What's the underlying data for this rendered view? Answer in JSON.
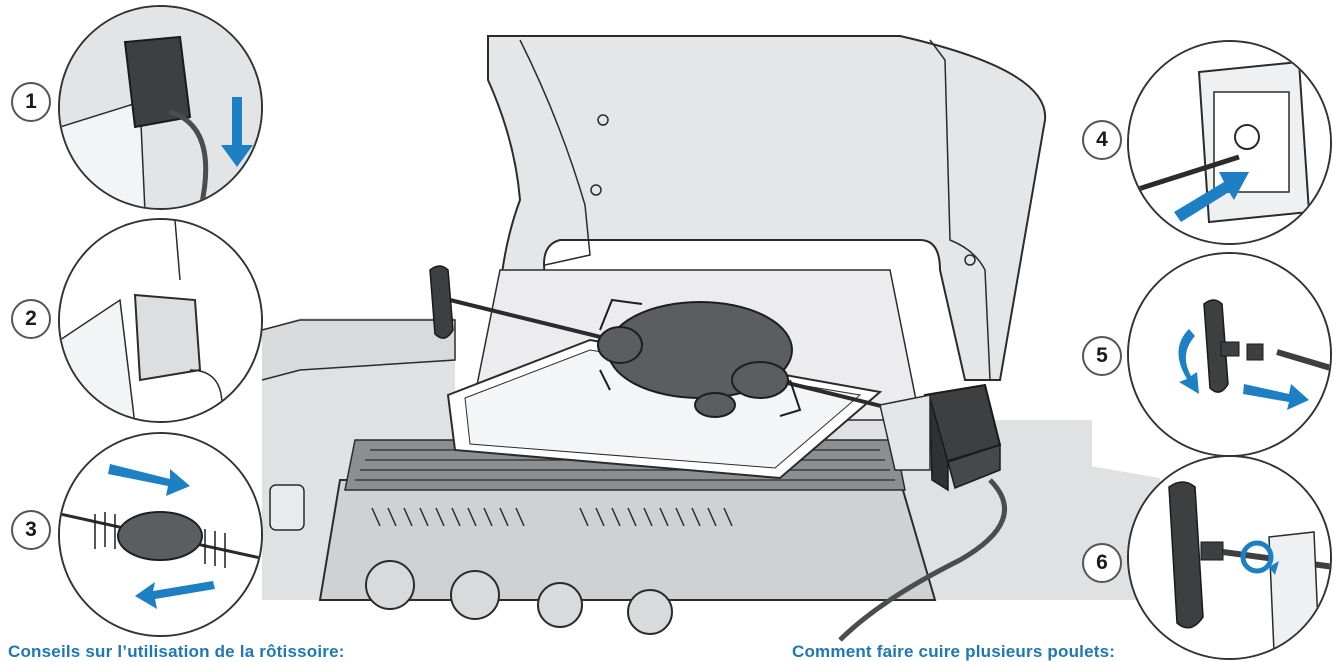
{
  "steps": [
    "1",
    "2",
    "3",
    "4",
    "5",
    "6"
  ],
  "headings": {
    "left": "Conseils sur l’utilisation de la rôtissoire:",
    "right": "Comment faire cuire plusieurs poulets:"
  },
  "colors": {
    "accent_blue": "#1f77b4",
    "arrow_blue": "#1d7fc4",
    "motor_dark": "#3d3f41",
    "chicken": "#5b5e60",
    "backdrop": "#dfe1e3",
    "line": "#2b2b2b"
  }
}
